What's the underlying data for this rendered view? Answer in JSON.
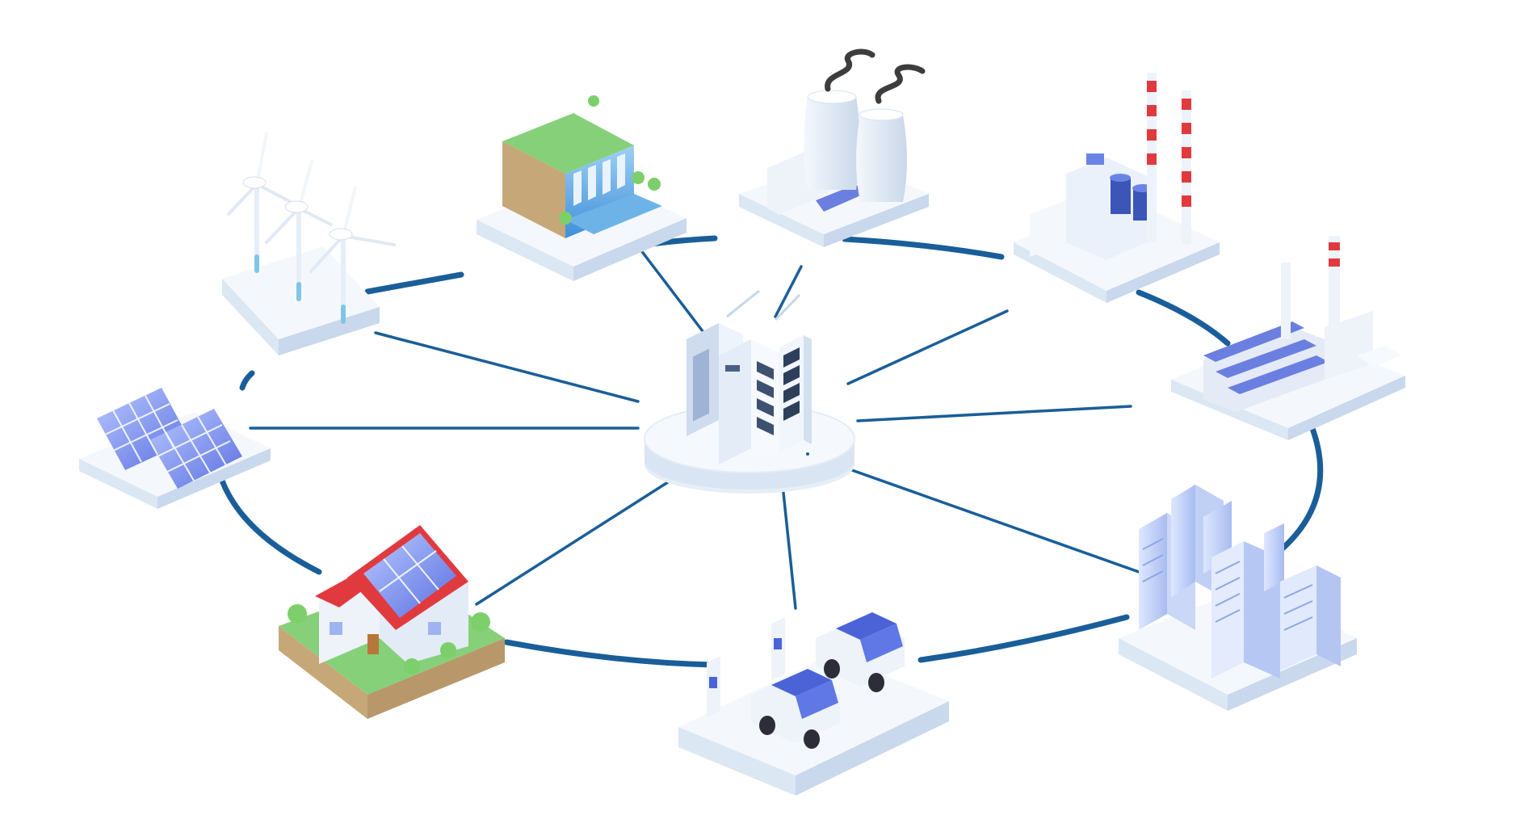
{
  "diagram": {
    "type": "smart-grid-hub-and-spoke",
    "hub": {
      "icon": "server-rack-icon"
    },
    "nodes": [
      {
        "id": "wind",
        "icon": "wind-turbine-icon"
      },
      {
        "id": "hydro",
        "icon": "hydro-dam-icon"
      },
      {
        "id": "nuclear",
        "icon": "nuclear-plant-icon"
      },
      {
        "id": "thermal",
        "icon": "thermal-power-plant-icon"
      },
      {
        "id": "factory",
        "icon": "factory-icon"
      },
      {
        "id": "city",
        "icon": "city-buildings-icon"
      },
      {
        "id": "ev",
        "icon": "ev-charging-icon"
      },
      {
        "id": "house",
        "icon": "solar-house-icon"
      },
      {
        "id": "solar",
        "icon": "solar-panel-icon"
      }
    ],
    "colors": {
      "line": "#1a5e99",
      "platform": "#eef4fb",
      "platform_side": "#d8e4f2",
      "blue": "#5a73e0",
      "red": "#e03a3f",
      "green": "#7ccf6a",
      "smoke": "#3d3d3d"
    }
  }
}
